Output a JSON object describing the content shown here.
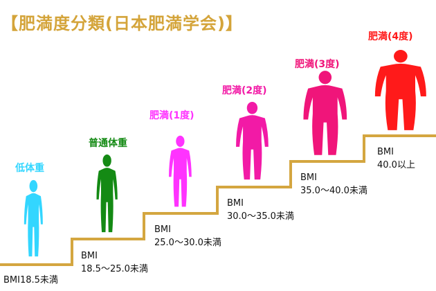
{
  "title": "【肥満度分類(日本肥満学会)】",
  "colors": {
    "stairs": "#d4a640",
    "title": "#d4a43a"
  },
  "categories": [
    {
      "label": "低体重",
      "color": "#33d6ff",
      "bmi_line1": "BMI18.5未満",
      "bmi_line2": "",
      "icon": "person-silhouette-icon"
    },
    {
      "label": "普通体重",
      "color": "#148a14",
      "bmi_line1": "BMI",
      "bmi_line2": "18.5〜25.0未満",
      "icon": "person-silhouette-icon"
    },
    {
      "label": "肥満(1度)",
      "color": "#ff33ff",
      "bmi_line1": "BMI",
      "bmi_line2": "25.0〜30.0未満",
      "icon": "person-silhouette-icon"
    },
    {
      "label": "肥満(2度)",
      "color": "#f21aa6",
      "bmi_line1": "BMI",
      "bmi_line2": "30.0〜35.0未満",
      "icon": "person-silhouette-icon"
    },
    {
      "label": "肥満(3度)",
      "color": "#f0157a",
      "bmi_line1": "BMI",
      "bmi_line2": "35.0〜40.0未満",
      "icon": "person-silhouette-icon"
    },
    {
      "label": "肥満(4度)",
      "color": "#ff1a1a",
      "bmi_line1": "BMI",
      "bmi_line2": "40.0以上",
      "icon": "person-silhouette-icon"
    }
  ]
}
